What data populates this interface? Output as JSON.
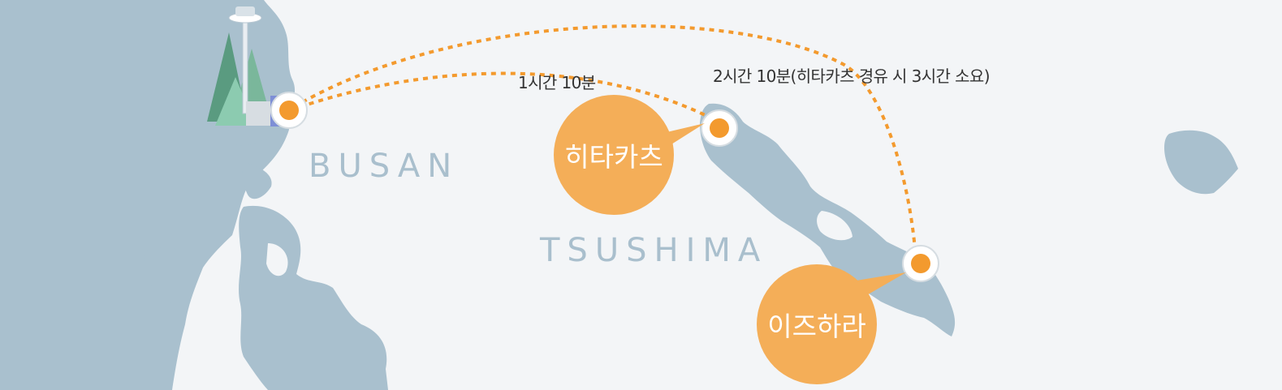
{
  "places": {
    "busan": "BUSAN",
    "tsushima": "TSUSHIMA"
  },
  "ports": {
    "hitakatsu": "히타카츠",
    "izuhara": "이즈하라"
  },
  "routes": {
    "hitakatsu_time": "1시간 10분",
    "izuhara_time": "2시간 10분(히타카츠 경유 시 3시간 소요)"
  },
  "colors": {
    "sea": "#f3f5f7",
    "land": "#a9c0ce",
    "route": "#f39a2e",
    "bubble": "#f4ae58",
    "place_label": "#a9bfcd"
  },
  "icons": [
    "busan-tower-icon",
    "port-marker-icon"
  ]
}
